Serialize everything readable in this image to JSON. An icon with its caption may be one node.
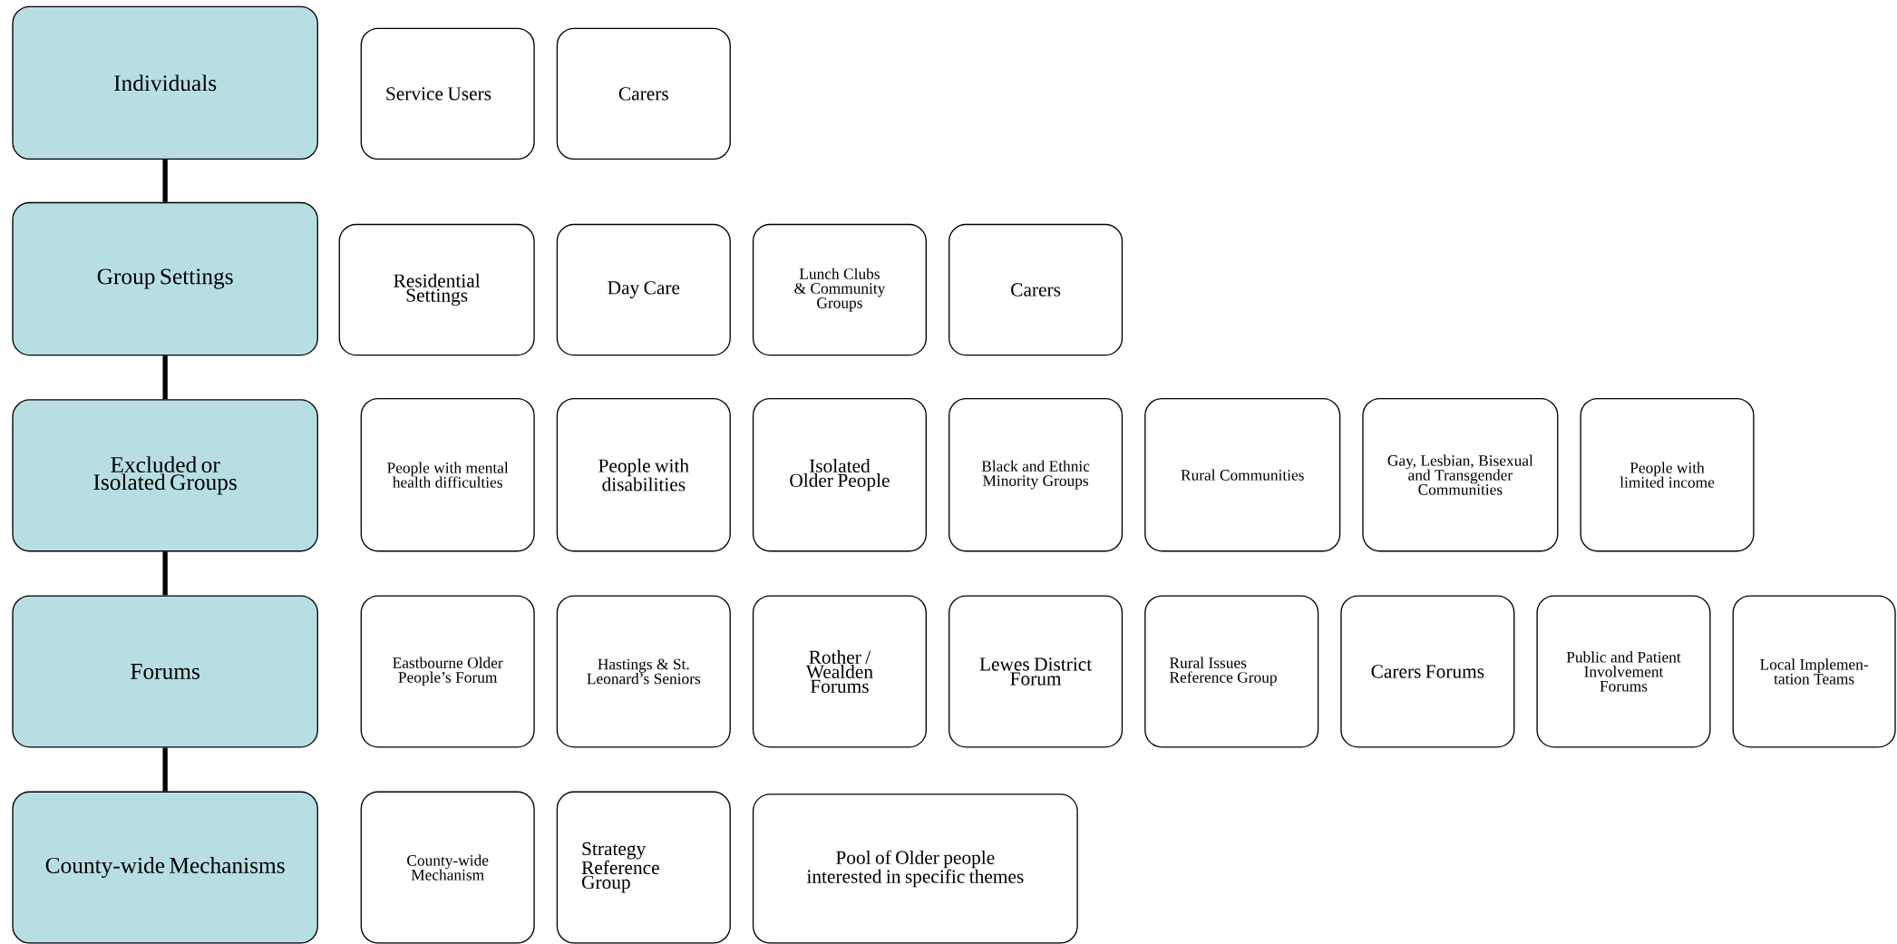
{
  "diagram": {
    "nodes": [
      {
        "text": [
          "Individuals"
        ]
      },
      {
        "text": [
          "Service Users"
        ]
      },
      {
        "text": [
          "Carers"
        ]
      },
      {
        "text": [
          "Group Settings"
        ]
      },
      {
        "text": [
          "Residential Settings"
        ]
      },
      {
        "text": [
          "Day Care"
        ]
      },
      {
        "text": [
          "Lunch Clubs & Community Groups"
        ]
      },
      {
        "text": [
          "Carers"
        ]
      },
      {
        "text": [
          "Excluded or Isolated Groups"
        ]
      },
      {
        "text": [
          "People with mental health difficulties"
        ]
      },
      {
        "text": [
          "People with disabilities"
        ]
      },
      {
        "text": [
          "Isolated Older People"
        ]
      },
      {
        "text": [
          "Black and Ethnic Minority Groups"
        ]
      },
      {
        "text": [
          "Rural Communities"
        ]
      },
      {
        "text": [
          "Gay, Lesbian, Bisexual and Transgender Communities"
        ]
      },
      {
        "text": [
          "People with limited income"
        ]
      },
      {
        "text": [
          "Forums"
        ]
      },
      {
        "text": [
          "Eastbourne Older People’s Forum"
        ]
      },
      {
        "text": [
          "Hastings & St. Leonard’s Seniors"
        ]
      },
      {
        "text": [
          "Rother / Wealden Forums"
        ]
      },
      {
        "text": [
          "Lewes District Forum"
        ]
      },
      {
        "text": [
          "Rural Issues Reference Group"
        ]
      },
      {
        "text": [
          "Carers Forums"
        ]
      },
      {
        "text": [
          "Public and Patient Involvement Forums"
        ]
      },
      {
        "text": [
          "Local Implemen-tation Teams"
        ]
      },
      {
        "text": [
          "County-wide Mechanisms"
        ]
      },
      {
        "text": [
          "County-wide Mechanism"
        ]
      },
      {
        "text": [
          "Strategy Reference Group"
        ]
      },
      {
        "text": [
          "Pool of Older people interested in specific themes"
        ]
      }
    ],
    "edges": [
      {
        "from": 0,
        "to": 3,
        "arrow": "none"
      },
      {
        "from": 3,
        "to": 8,
        "arrow": "none"
      },
      {
        "from": 8,
        "to": 16,
        "arrow": "none"
      },
      {
        "from": 16,
        "to": 25,
        "arrow": "none"
      }
    ]
  }
}
